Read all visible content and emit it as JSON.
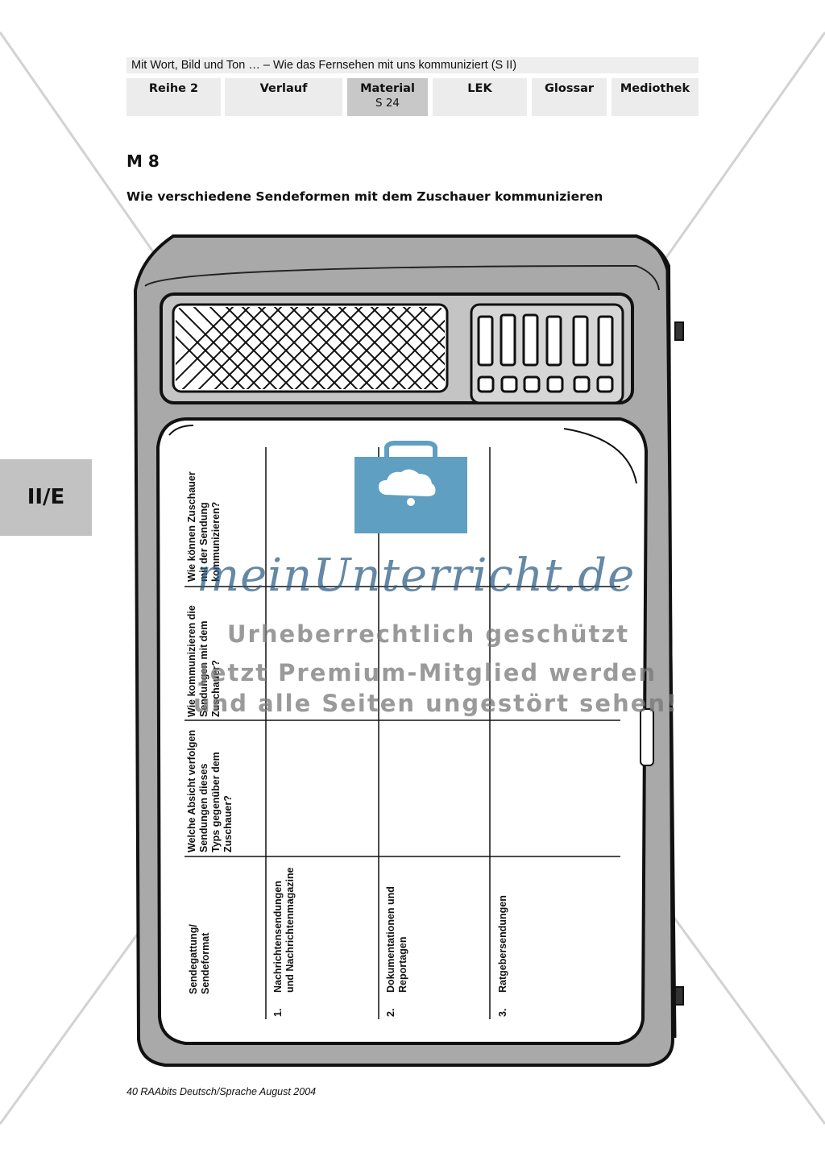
{
  "header": {
    "title": "Mit Wort, Bild und Ton … – Wie das Fernsehen mit uns kommuniziert (S II)"
  },
  "nav": {
    "tabs": [
      {
        "label": "Reihe 2",
        "sub": ""
      },
      {
        "label": "Verlauf",
        "sub": ""
      },
      {
        "label": "Material",
        "sub": "S 24"
      },
      {
        "label": "LEK",
        "sub": ""
      },
      {
        "label": "Glossar",
        "sub": ""
      },
      {
        "label": "Mediothek",
        "sub": ""
      }
    ]
  },
  "material": {
    "code": "M 8",
    "title": "Wie verschiedene Sendeformen mit dem Zuschauer kommunizieren"
  },
  "side_badge": "II/E",
  "table": {
    "headers": [
      "Sendegattung/\nSendeformat",
      "Welche Absicht verfolgen\nSendungen dieses\nTyps gegenüber dem\nZuschauer?",
      "Wie kommunizieren die\nSendungen mit dem\nZuschauer?",
      "Wie können Zuschauer\nmit der Sendung\nkommunizieren?"
    ],
    "rows": [
      {
        "number": "1.",
        "label": "Nachrichtensendungen\nund Nachrichtenmagazine"
      },
      {
        "number": "2.",
        "label": "Dokumentationen und\nReportagen"
      },
      {
        "number": "3.",
        "label": "Ratgebersendungen"
      }
    ]
  },
  "watermark": {
    "brand": "meinUnterricht.de",
    "line1": "Urheberrechtlich geschützt",
    "line2": "Jetzt Premium-Mitglied werden",
    "line3": "und alle Seiten ungestört sehen!"
  },
  "footer": "40 RAAbits Deutsch/Sprache August 2004",
  "colors": {
    "header_bg": "#eeeeee",
    "tab_bg": "#ececec",
    "tab_active_bg": "#c8c8c8",
    "tv_body": "#a9a9a9",
    "watermark_icon": "#5f9fc1"
  }
}
